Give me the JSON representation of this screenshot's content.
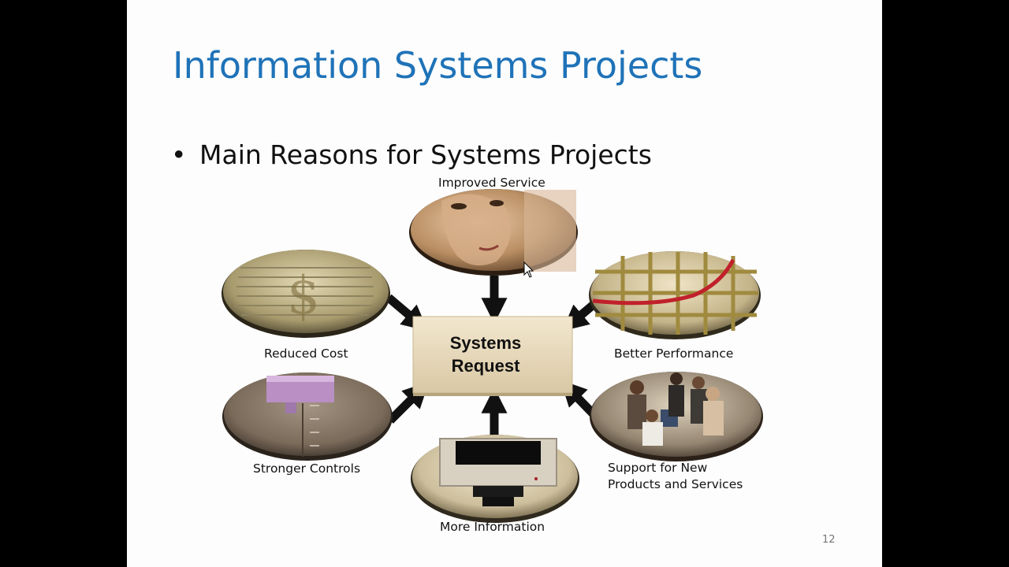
{
  "slide": {
    "title": "Information Systems Projects",
    "bullet": "Main Reasons for Systems Projects",
    "page_number": "12"
  },
  "diagram": {
    "center_line1": "Systems",
    "center_line2": "Request",
    "labels": {
      "improved_service": "Improved Service",
      "reduced_cost": "Reduced Cost",
      "better_performance": "Better Performance",
      "stronger_controls": "Stronger Controls",
      "support_line1": "Support for New",
      "support_line2": "Products and Services",
      "more_information": "More Information"
    },
    "icons": {
      "improved_service": "woman-face-photo",
      "reduced_cost": "money-stack-photo",
      "better_performance": "growth-graph-photo",
      "stronger_controls": "control-lever-photo",
      "support": "team-meeting-photo",
      "more_information": "computer-monitor-photo"
    }
  }
}
